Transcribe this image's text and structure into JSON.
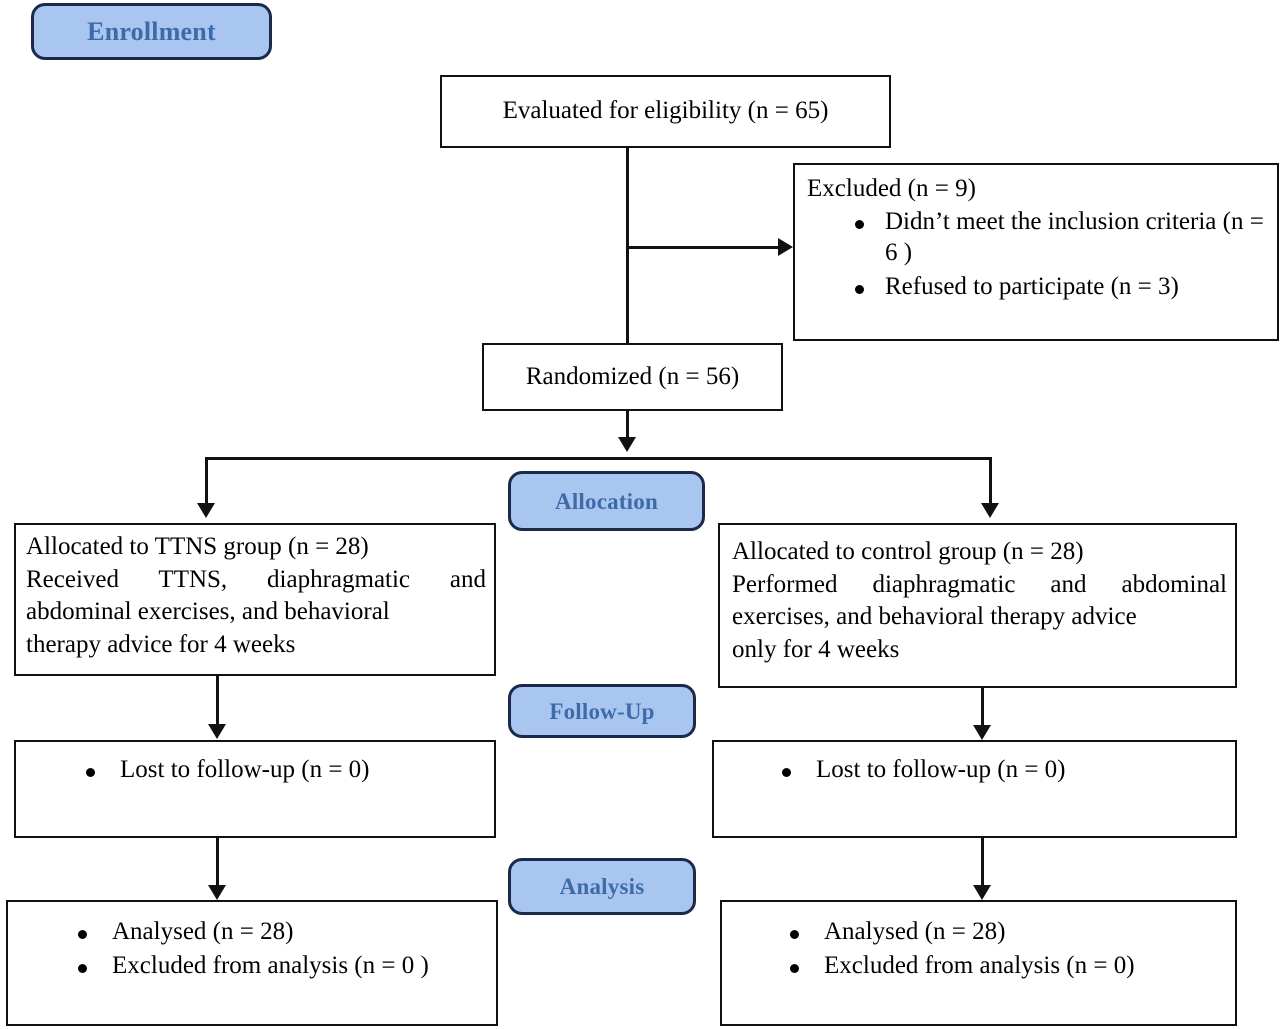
{
  "diagram": {
    "title": "CONSORT participant flow diagram",
    "colors": {
      "badge_fill": "#a9c6f0",
      "badge_border": "#1b2a4a",
      "badge_text": "#3e6ba8",
      "box_border": "#111111",
      "connector": "#111111",
      "background": "#ffffff"
    }
  },
  "stages": {
    "enrollment": "Enrollment",
    "allocation": "Allocation",
    "followup": "Follow-Up",
    "analysis": "Analysis"
  },
  "enrollment": {
    "assessed": "Evaluated for eligibility (n = 65)",
    "excluded_title": "Excluded (n = 9)",
    "excluded_reasons": [
      "Didn’t meet the inclusion criteria (n = 6 )",
      "Refused to participate (n = 3)"
    ],
    "randomized": "Randomized (n = 56)"
  },
  "allocation": {
    "left": {
      "line1": "Allocated to TTNS group (n = 28)",
      "line2": "Received TTNS, diaphragmatic and abdominal exercises, and behavioral",
      "line3": "therapy advice for 4 weeks"
    },
    "right": {
      "line1": "Allocated to control group (n = 28)",
      "line2": "Performed diaphragmatic and abdominal exercises, and behavioral therapy advice",
      "line3": "only for 4 weeks"
    }
  },
  "followup": {
    "left": [
      "Lost to follow-up (n = 0)"
    ],
    "right": [
      "Lost to follow-up (n = 0)"
    ]
  },
  "analysis": {
    "left": [
      "Analysed (n = 28)",
      "Excluded from analysis (n = 0 )"
    ],
    "right": [
      "Analysed (n = 28)",
      "Excluded from analysis (n = 0)"
    ]
  }
}
